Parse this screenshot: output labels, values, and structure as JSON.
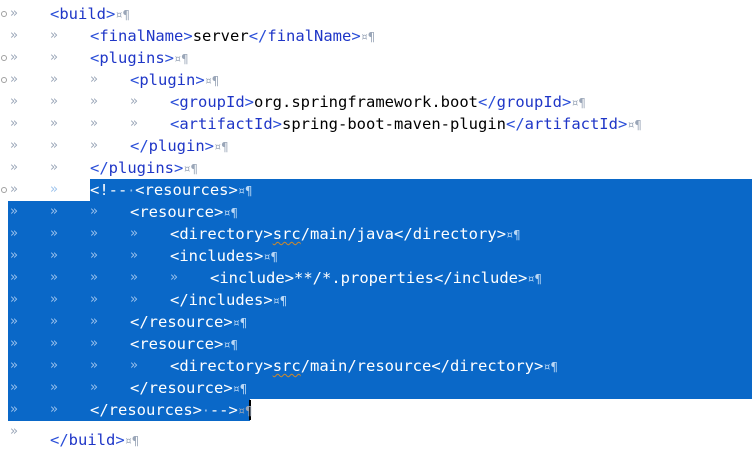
{
  "editor": {
    "whitespace_glyph": "»",
    "dot_glyph": "·",
    "pilcrow": "¤¶",
    "lines": [
      {
        "indent": 1,
        "text": "<build>",
        "fold": true
      },
      {
        "indent": 2,
        "text": "<finalName>server</finalName>"
      },
      {
        "indent": 2,
        "text": "<plugins>",
        "fold": true
      },
      {
        "indent": 3,
        "text": "<plugin>",
        "fold": true
      },
      {
        "indent": 4,
        "text": "<groupId>org.springframework.boot</groupId>"
      },
      {
        "indent": 4,
        "text": "<artifactId>spring-boot-maven-plugin</artifactId>"
      },
      {
        "indent": 3,
        "text": "</plugin>"
      },
      {
        "indent": 2,
        "text": "</plugins>"
      },
      {
        "indent": 2,
        "text": "<!--·<resources>",
        "fold": true,
        "selected": true
      },
      {
        "indent": 3,
        "text": "<resource>",
        "selected": true
      },
      {
        "indent": 4,
        "text": "<directory>src/main/java</directory>",
        "selected": true
      },
      {
        "indent": 4,
        "text": "<includes>",
        "selected": true
      },
      {
        "indent": 5,
        "text": "<include>**/*.properties</include>",
        "selected": true
      },
      {
        "indent": 4,
        "text": "</includes>",
        "selected": true
      },
      {
        "indent": 3,
        "text": "</resource>",
        "selected": true
      },
      {
        "indent": 3,
        "text": "<resource>",
        "selected": true
      },
      {
        "indent": 4,
        "text": "<directory>src/main/resource</directory>",
        "selected": true
      },
      {
        "indent": 3,
        "text": "</resource>",
        "selected": true
      },
      {
        "indent": 2,
        "text": "</resources>·-->",
        "selected": true,
        "partial": true
      },
      {
        "indent": 1,
        "text": "</build>",
        "cut": true
      }
    ]
  },
  "colors": {
    "selection": "#0a68c8",
    "tag": "#1f36c7",
    "bracket": "#2a4ed8",
    "whitespace": "#9aa6b8"
  }
}
